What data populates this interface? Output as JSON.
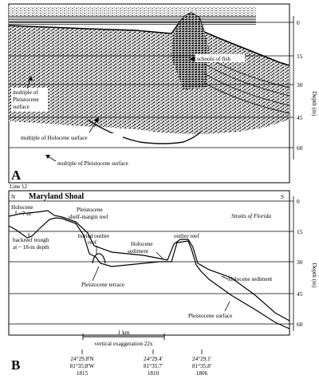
{
  "panelA": {
    "letter": "A",
    "depth_axis_label": "Depth (m)",
    "depth_ticks": [
      "0",
      "15",
      "30",
      "45",
      "60"
    ],
    "annotations": {
      "schools_of_fish": "schools of fish",
      "multiple_pleistocene_line1": "multiple of",
      "multiple_pleistocene_line2": "Pleistocene",
      "multiple_pleistocene_line3": "surface",
      "multiple_holocene": "multiple of Holocene surface",
      "multiple_pleistocene_surface": "multiple of Pleistocene surface"
    }
  },
  "panelB": {
    "letter": "B",
    "line_label": "Line 12",
    "north": "N",
    "south": "S",
    "title": "Maryland Shoal",
    "straits": "Straits of Florida",
    "depth_axis_label": "Depth (m)",
    "depth_ticks": [
      "0",
      "15",
      "30",
      "45",
      "60"
    ],
    "annotations": {
      "holocene": "Holocene",
      "holocene_depth": "~7 m",
      "shelf_margin_line1": "Pleistocene",
      "shelf_margin_line2": "shelf-margin reef",
      "backreef_line1": "backreef trough",
      "backreef_line2": "at ~ 18-m depth",
      "buried_line1": "buried outlier",
      "buried_line2": "reef",
      "holocene_sediment_line1": "Holocene",
      "holocene_sediment_line2": "sediment",
      "outlier_reef": "outlier reef",
      "pleistocene_terrace": "Pleistocene terrace",
      "holocene_sediment_right": "Holocene sediment",
      "pleistocene_surface": "Pleistocene surface"
    },
    "scale": {
      "distance": "1 km",
      "exaggeration": "vertical exaggeration 22x"
    },
    "positions": [
      {
        "lat": "24°29.8'N",
        "lon": "81°35.8'W",
        "fix": "1815"
      },
      {
        "lat": "24°29.4'",
        "lon": "81°35.7'",
        "fix": "1810"
      },
      {
        "lat": "24°29.1'",
        "lon": "81°35.8'",
        "fix": "1806"
      }
    ]
  }
}
